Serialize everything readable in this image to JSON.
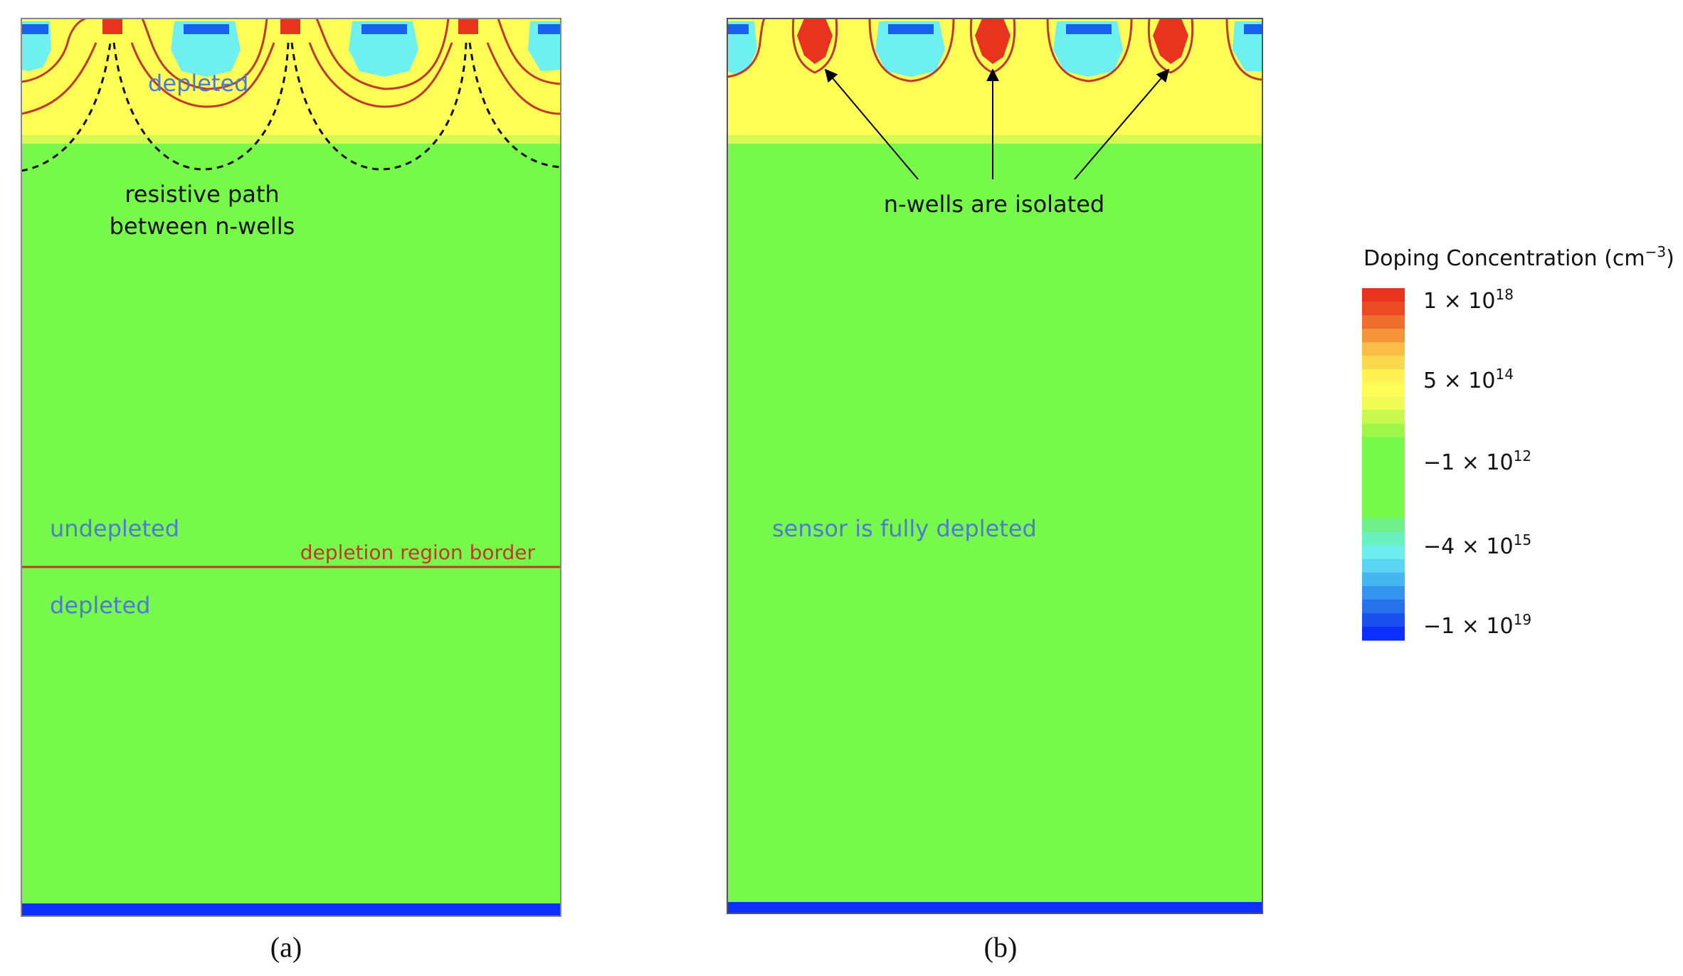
{
  "colors": {
    "p_substrate": "#76f94a",
    "p_well": "#ffff55",
    "p_well_edge": "#eef85a",
    "n_well": "#e8341f",
    "n_plus_core": "#0c2fff",
    "deep_p": "#6ff0f0",
    "deep_p_inner": "#33aaee",
    "depletion_line": "#c0392b",
    "annotation_blue": "#4e7bd0",
    "backside": "#0c2fff",
    "border": "#333333"
  },
  "panel_a": {
    "caption": "(a)",
    "label_depleted_top": "depleted",
    "label_resistive_line1": "resistive path",
    "label_resistive_line2": "between n-wells",
    "label_undepleted": "undepleted",
    "label_depletion_border": "depletion region border",
    "label_depleted_bottom": "depleted"
  },
  "panel_b": {
    "caption": "(b)",
    "label_isolated": "n-wells are isolated",
    "label_fully_depleted": "sensor is fully depleted"
  },
  "legend": {
    "title": "Doping Concentration (cm",
    "title_exp": "−3",
    "title_close": ")",
    "ticks": [
      {
        "mantissa": "1 × 10",
        "exp": "18"
      },
      {
        "mantissa": "5 × 10",
        "exp": "14"
      },
      {
        "mantissa": "−1 × 10",
        "exp": "12"
      },
      {
        "mantissa": "−4 × 10",
        "exp": "15"
      },
      {
        "mantissa": "−1 × 10",
        "exp": "19"
      }
    ],
    "color_bands": [
      "#e8341f",
      "#ea4a24",
      "#f06e2d",
      "#f6963a",
      "#f9bc45",
      "#fbd94e",
      "#fff255",
      "#fdfd58",
      "#f0fb55",
      "#c9f94e",
      "#9ff749",
      "#76f94a",
      "#76f94a",
      "#76f94a",
      "#76f94a",
      "#76f94a",
      "#76f94a",
      "#70f08a",
      "#6af0bf",
      "#6eeef0",
      "#5ad4f0",
      "#45b6f0",
      "#3494ee",
      "#2672ec",
      "#1a50ec",
      "#0c2fff"
    ]
  }
}
